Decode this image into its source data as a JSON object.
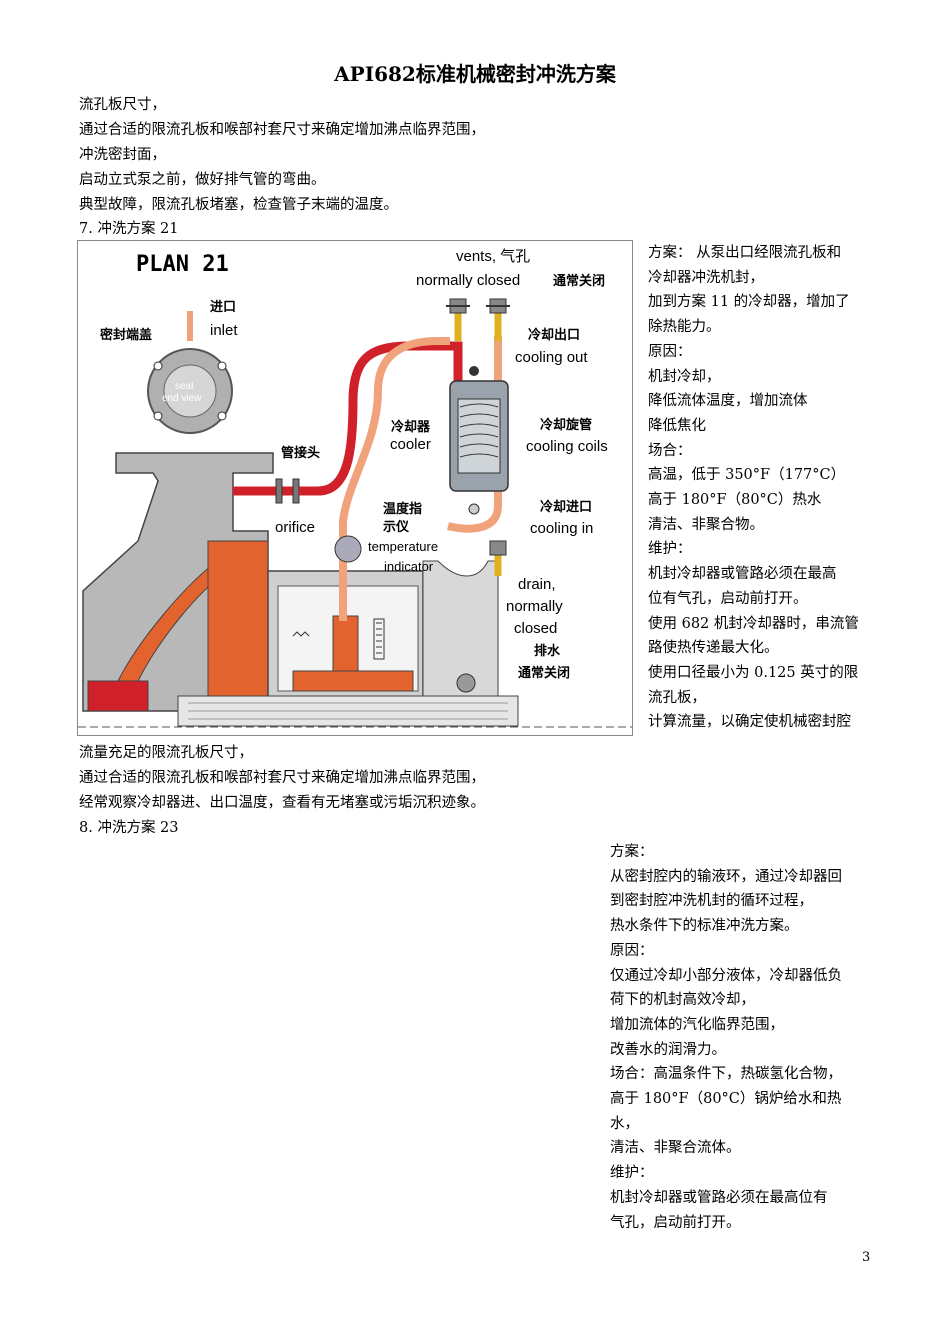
{
  "title": "API682标准机械密封冲洗方案",
  "top_lines": [
    "流孔板尺寸，",
    "通过合适的限流孔板和喉部衬套尺寸来确定增加沸点临界范围，",
    "冲洗密封面，",
    "启动立式泵之前，做好排气管的弯曲。",
    "典型故障，限流孔板堵塞，检查管子末端的温度。",
    "7.   冲洗方案 21"
  ],
  "plan21_side": [
    "方案：  从泵出口经限流孔板和",
    "冷却器冲洗机封，",
    "加到方案 11 的冷却器，增加了",
    "除热能力。",
    "原因：",
    "机封冷却，",
    "降低流体温度，增加流体",
    "降低焦化",
    "场合：",
    "高温，低于 350°F（177°C）",
    "高于 180°F（80°C）热水",
    "清洁、非聚合物。",
    "维护：",
    "机封冷却器或管路必须在最高",
    "位有气孔，启动前打开。",
    "使用 682 机封冷却器时，串流管",
    "路使热传递最大化。",
    "使用口径最小为 0.125 英寸的限",
    "流孔板，",
    "计算流量，以确定使机械密封腔"
  ],
  "middle_lines": [
    "流量充足的限流孔板尺寸，",
    "通过合适的限流孔板和喉部衬套尺寸来确定增加沸点临界范围，",
    "经常观察冷却器进、出口温度，查看有无堵塞或污垢沉积迹象。",
    "8.   冲洗方案 23"
  ],
  "plan23_side": [
    "方案：",
    "从密封腔内的输液环，通过冷却器回",
    "到密封腔冲洗机封的循环过程，",
    "热水条件下的标准冲洗方案。",
    "原因：",
    "仅通过冷却小部分液体，冷却器低负",
    "荷下的机封高效冷却，",
    "增加流体的汽化临界范围，",
    "改善水的润滑力。",
    "场合：高温条件下，热碳氢化合物，",
    "高于 180°F（80°C）锅炉给水和热",
    "水，",
    "清洁、非聚合流体。",
    "维护：",
    "机封冷却器或管路必须在最高位有",
    "气孔，启动前打开。"
  ],
  "figure": {
    "plan_label": "PLAN  21",
    "vents_label": "vents, 气孔",
    "normally_closed_label": "normally closed",
    "normally_closed_cn": "通常关闭",
    "inlet_cn": "进口",
    "inlet_en": "inlet",
    "gland_cn": "密封端盖",
    "seal_end_view_1": "seal",
    "seal_end_view_2": "end view",
    "cooling_out_cn": "冷却出口",
    "cooling_out_en": "cooling out",
    "cooler_cn": "冷却器",
    "cooler_en": "cooler",
    "cooling_coils_cn": "冷却旋管",
    "cooling_coils_en": "cooling coils",
    "orifice_cn": "管接头",
    "orifice_en": "orifice",
    "temp_ind_cn_1": "温度指",
    "temp_ind_cn_2": "示仪",
    "temp_ind_en_1": "temperature",
    "temp_ind_en_2": "indicator",
    "cooling_in_cn": "冷却进口",
    "cooling_in_en": "cooling in",
    "drain_1": "drain,",
    "drain_2": "normally",
    "drain_3": "closed",
    "drain_cn": "排水",
    "drain_nc_cn": "通常关闭"
  },
  "page_number": "3"
}
